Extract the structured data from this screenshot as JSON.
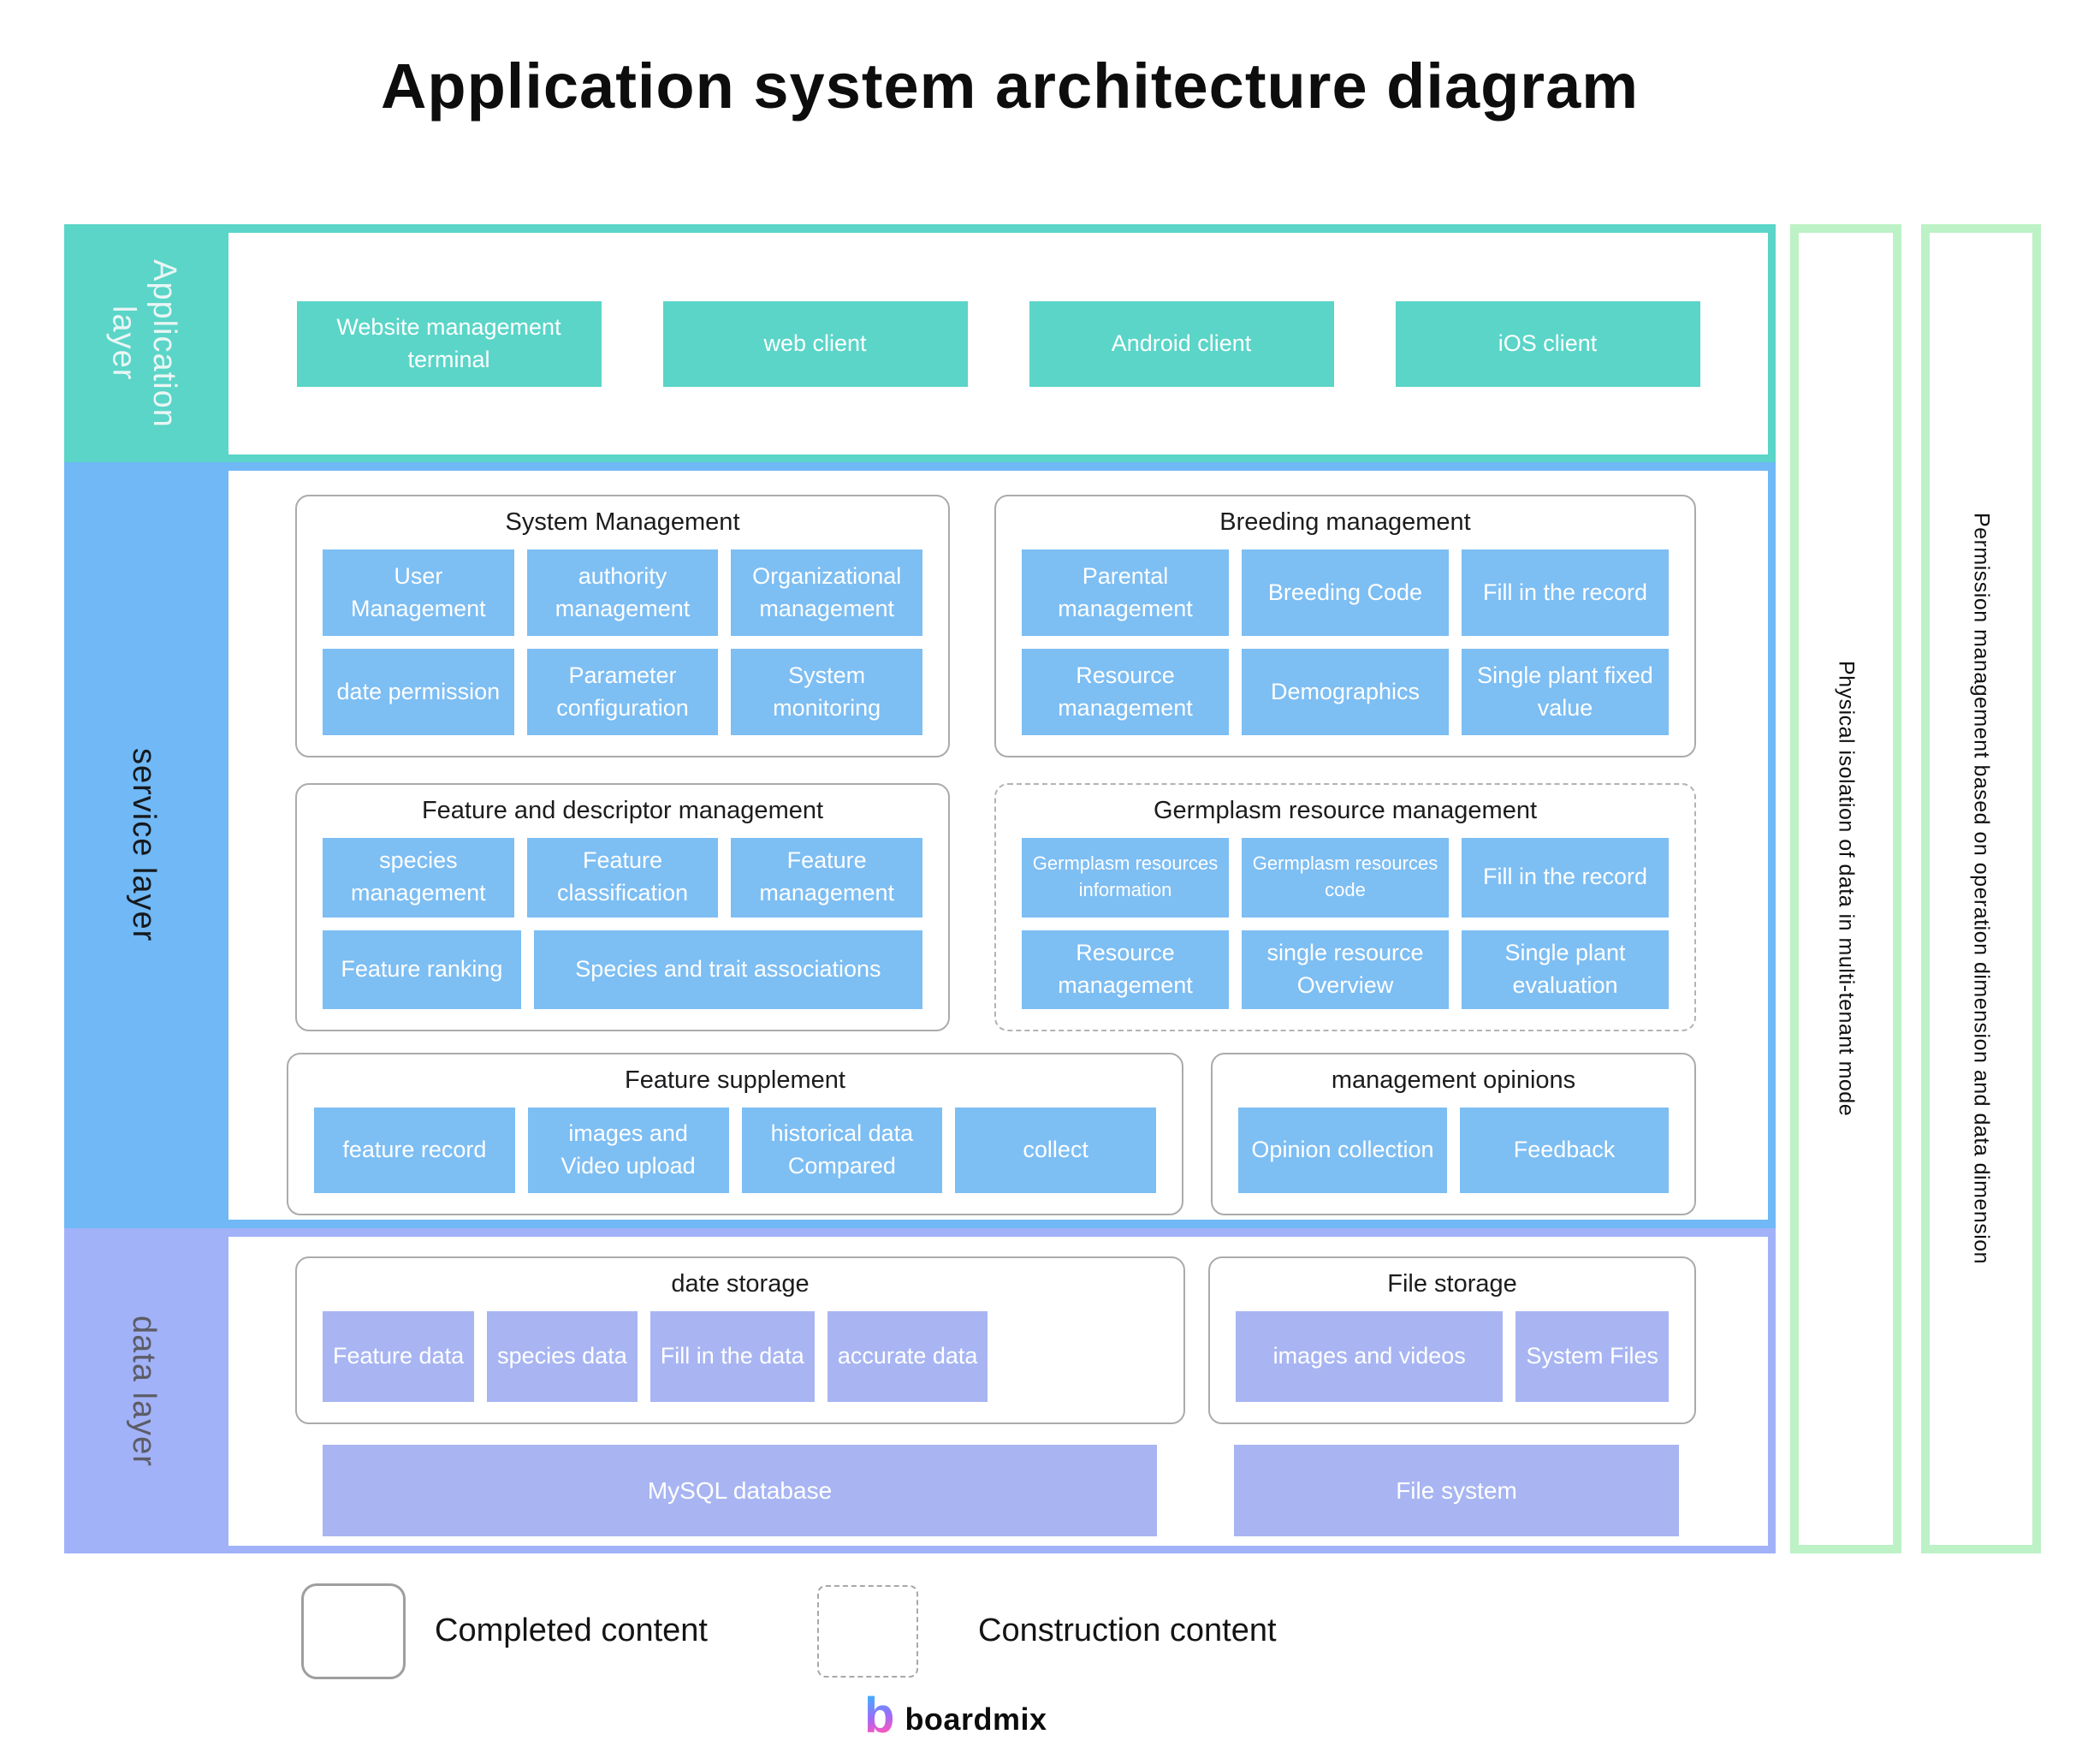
{
  "title": "Application system architecture diagram",
  "application_layer": {
    "label": "Application layer",
    "boxes": [
      "Website management terminal",
      "web client",
      "Android client",
      "iOS client"
    ]
  },
  "service_layer": {
    "label": "service layer",
    "groups": {
      "system_management": {
        "title": "System Management",
        "boxes": [
          "User Management",
          "authority management",
          "Organizational management",
          "date permission",
          "Parameter configuration",
          "System monitoring"
        ]
      },
      "breeding_management": {
        "title": "Breeding management",
        "boxes": [
          "Parental management",
          "Breeding Code",
          "Fill in the record",
          "Resource management",
          "Demographics",
          "Single plant fixed value"
        ]
      },
      "feature_descriptor": {
        "title": "Feature and descriptor management",
        "boxes": [
          "species management",
          "Feature classification",
          "Feature management",
          "Feature ranking",
          "Species and trait associations"
        ]
      },
      "germplasm": {
        "title": "Germplasm resource management",
        "boxes": [
          "Germplasm resources information",
          "Germplasm resources code",
          "Fill in the record",
          "Resource management",
          "single resource Overview",
          "Single plant evaluation"
        ]
      },
      "feature_supplement": {
        "title": "Feature supplement",
        "boxes": [
          "feature record",
          "images and Video upload",
          "historical data Compared",
          "collect"
        ]
      },
      "management_opinions": {
        "title": "management opinions",
        "boxes": [
          "Opinion collection",
          "Feedback"
        ]
      }
    }
  },
  "data_layer": {
    "label": "data layer",
    "groups": {
      "date_storage": {
        "title": "date storage",
        "boxes": [
          "Feature data",
          "species data",
          "Fill in the data",
          "accurate data"
        ]
      },
      "file_storage": {
        "title": "File storage",
        "boxes": [
          "images and videos",
          "System Files"
        ]
      }
    },
    "bottom_boxes": [
      "MySQL database",
      "File system"
    ]
  },
  "side_notes": {
    "note1": "Physical isolation of data in multi-tenant mode",
    "note2": "Permission management based on operation dimension and data dimension"
  },
  "legend": {
    "completed": "Completed content",
    "construction": "Construction content"
  },
  "footer": {
    "brand_mark": "b",
    "brand": "boardmix"
  },
  "colors": {
    "application_teal": "#5AD5C8",
    "service_blue_band": "#70B8F6",
    "service_blue_box": "#7DBEF3",
    "data_purple_band": "#A2B2F8",
    "data_purple_box": "#A8B5F2",
    "side_note_green_border": "#BCF2C6",
    "group_border_gray": "#ABABAB"
  }
}
